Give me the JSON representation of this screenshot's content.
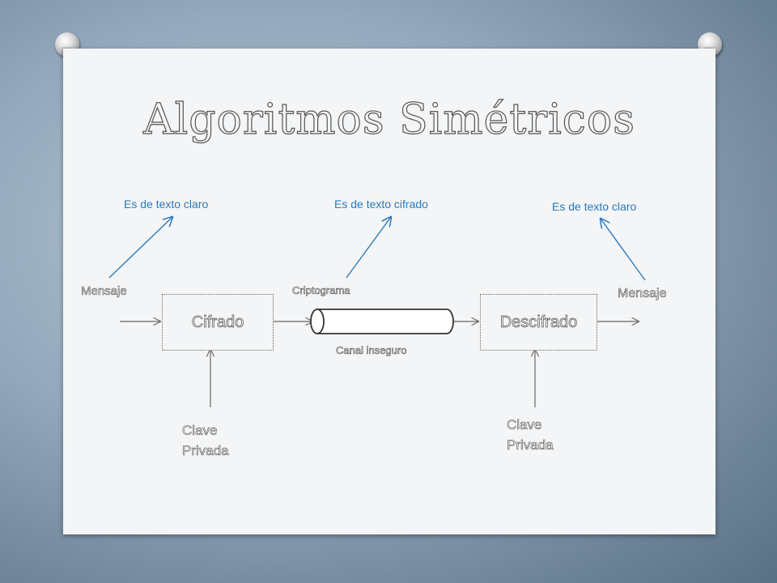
{
  "title": "Algoritmos Simétricos",
  "notes": {
    "left": "Es de texto claro",
    "middle": "Es de texto cifrado",
    "right": "Es de texto claro"
  },
  "labels": {
    "input_message": "Mensaje",
    "cryptogram": "Criptograma",
    "insecure_channel": "Canal inseguro",
    "output_message": "Mensaje",
    "key_left_line1": "Clave",
    "key_left_line2": "Privada",
    "key_right_line1": "Clave",
    "key_right_line2": "Privada"
  },
  "boxes": {
    "encrypt": "Cifrado",
    "decrypt": "Descifrado"
  },
  "colors": {
    "note_blue": "#2a7abf",
    "arrow_blue": "#2a7abf",
    "outline_gray": "#555555"
  }
}
